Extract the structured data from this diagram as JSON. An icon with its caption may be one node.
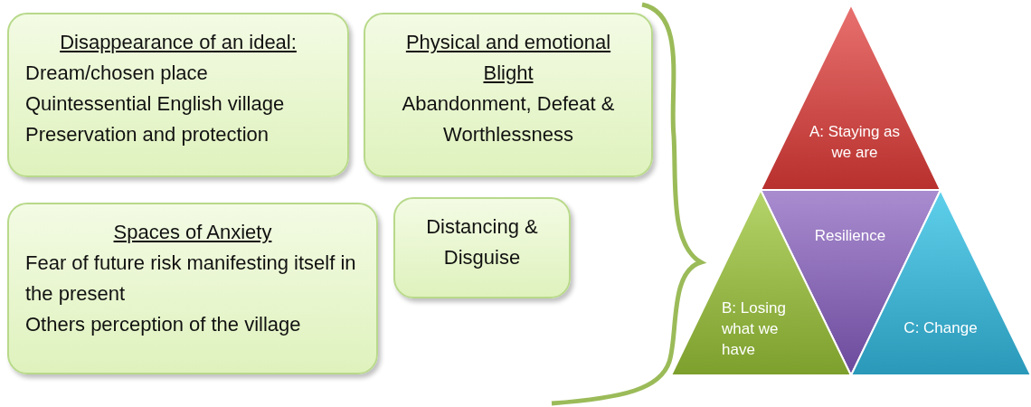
{
  "diagram": {
    "nodes": [
      {
        "text": [
          "Disappearance of an ideal:",
          "Dream/chosen place",
          "Quintessential English village",
          "Preservation and protection"
        ]
      },
      {
        "text": [
          "Physical and emotional Blight",
          "Abandonment, Defeat & Worthlessness"
        ]
      },
      {
        "text": [
          "Spaces of Anxiety",
          "Fear of future risk manifesting itself in the present",
          "Others perception of the village"
        ]
      },
      {
        "text": [
          "Distancing & Disguise"
        ]
      },
      {
        "text": [
          "A: Staying as we are"
        ]
      },
      {
        "text": [
          "Resilience"
        ]
      },
      {
        "text": [
          "B: Losing what we have"
        ]
      },
      {
        "text": [
          "C: Change"
        ]
      }
    ]
  }
}
